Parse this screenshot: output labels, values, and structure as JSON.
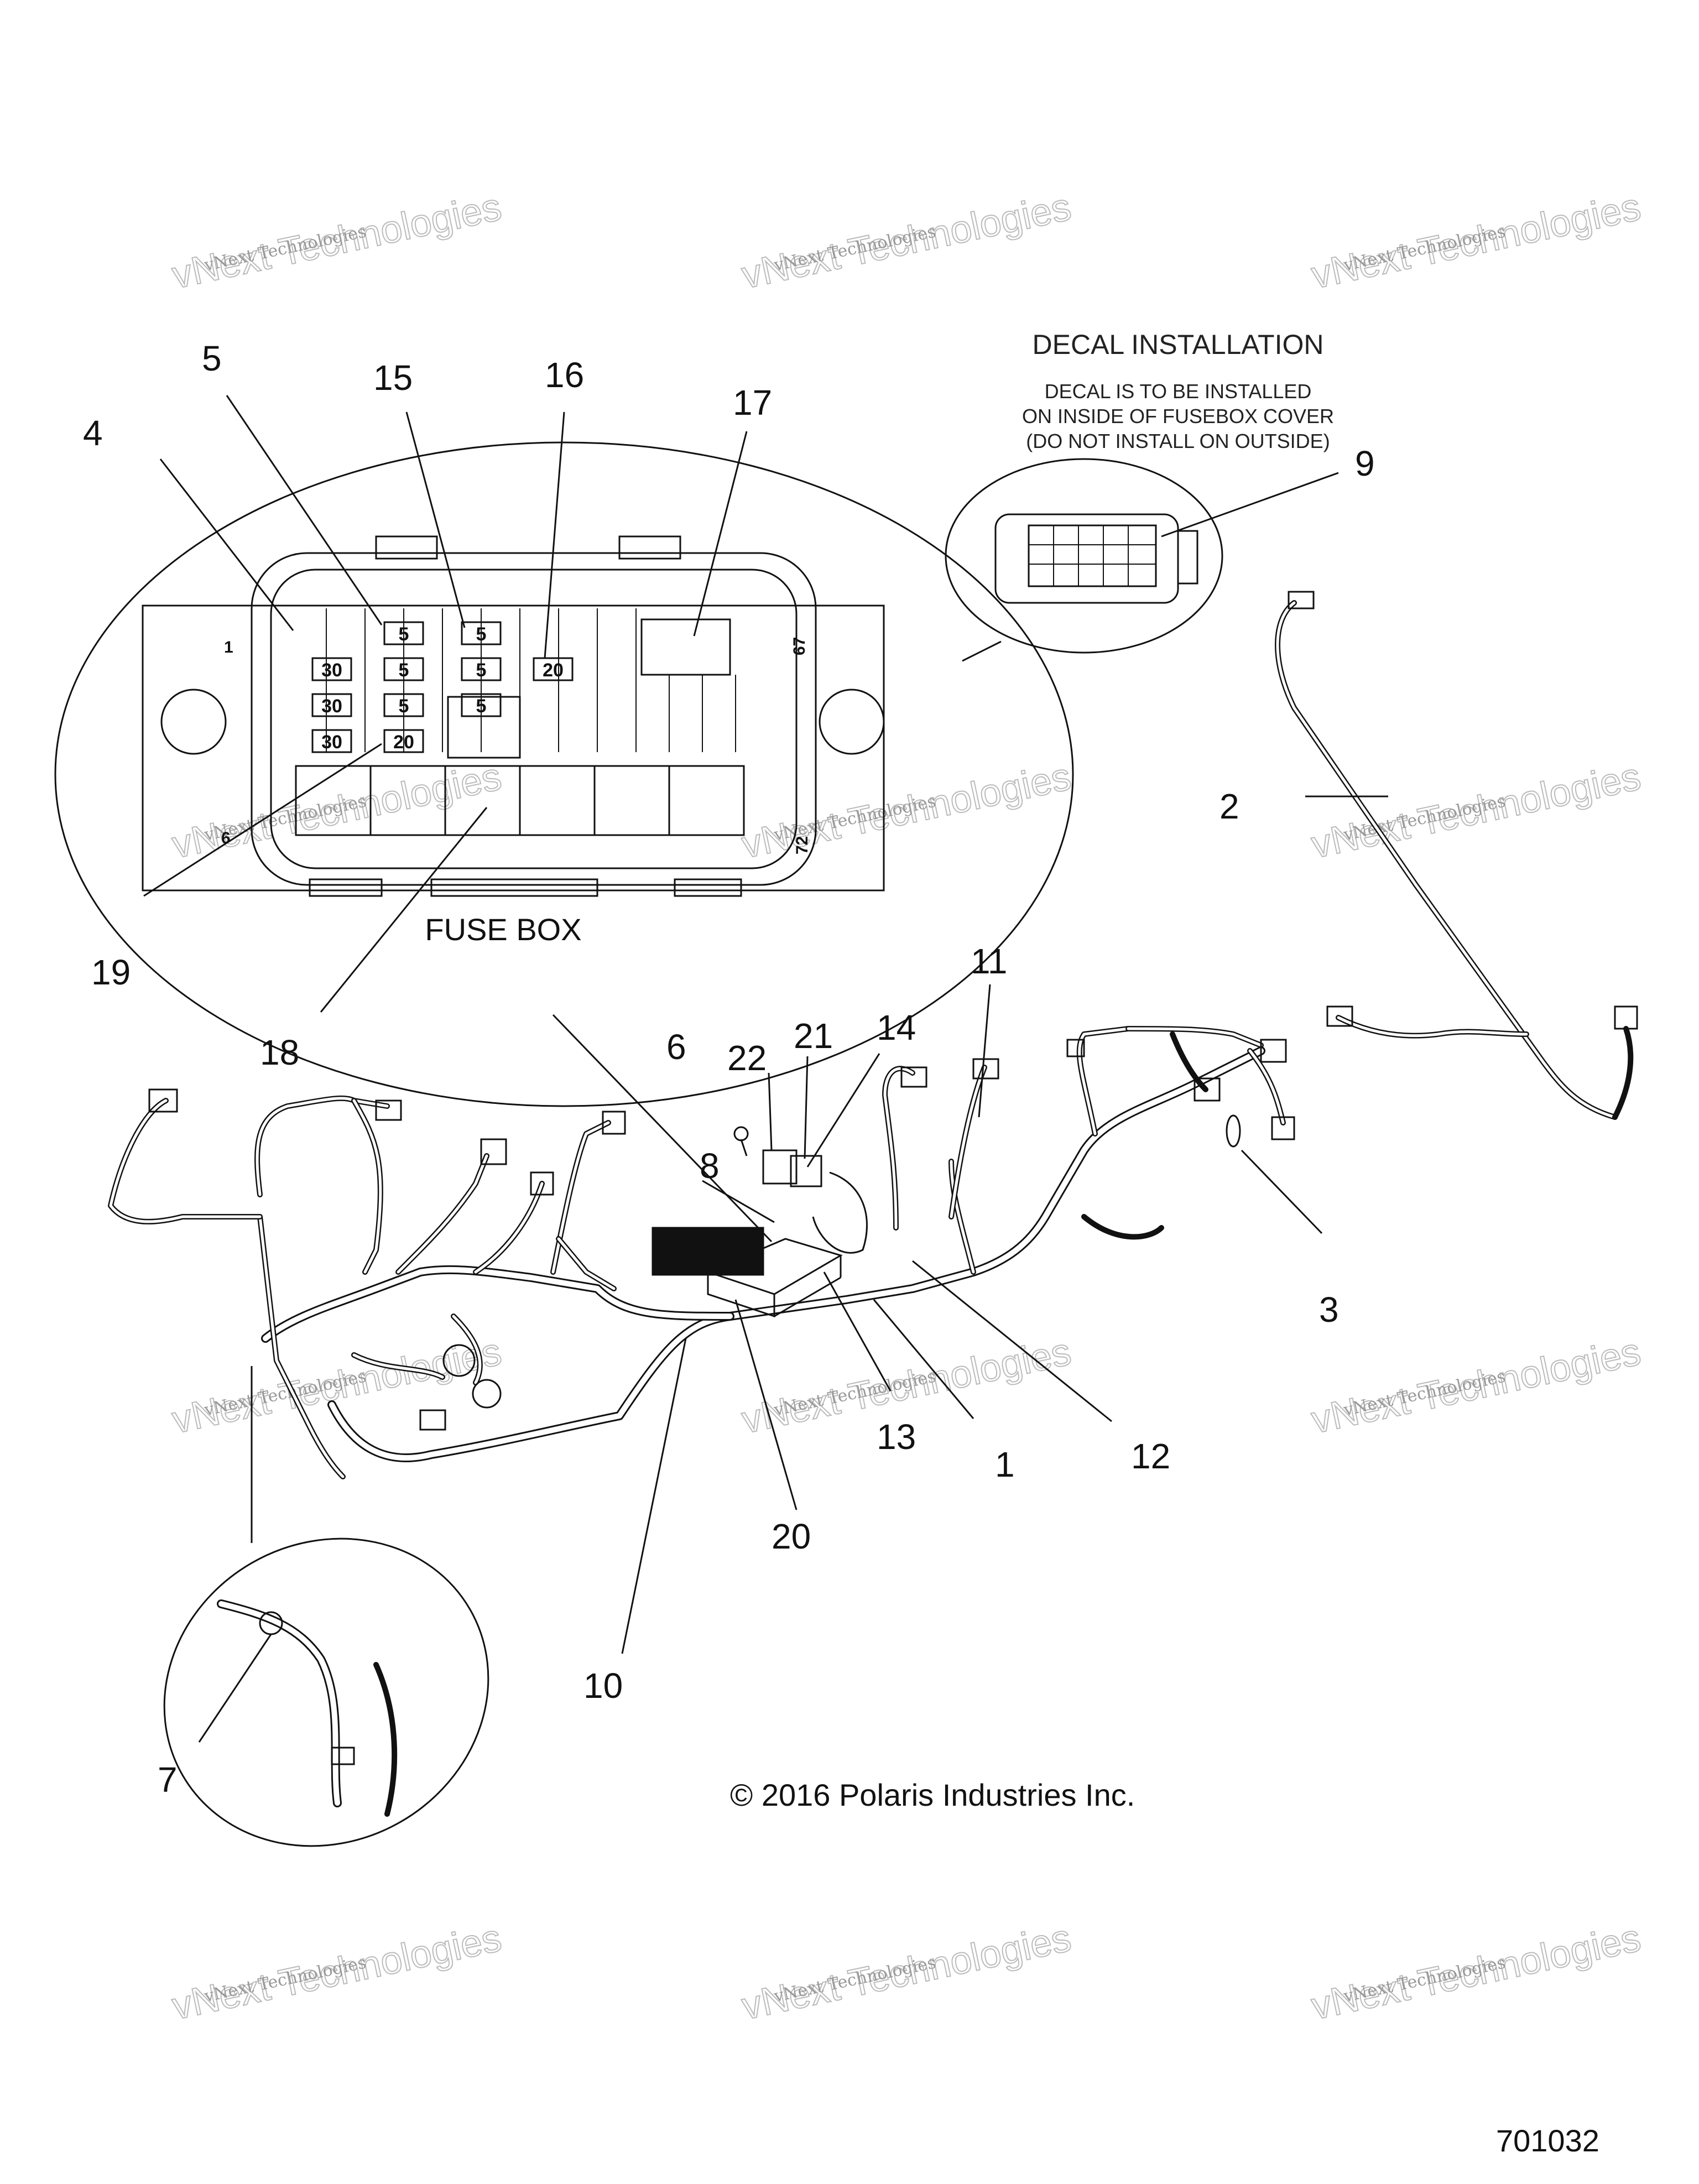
{
  "callouts": {
    "c1": "1",
    "c2": "2",
    "c3": "3",
    "c4": "4",
    "c5": "5",
    "c6": "6",
    "c7": "7",
    "c8": "8",
    "c9": "9",
    "c10": "10",
    "c11": "11",
    "c12": "12",
    "c13": "13",
    "c14": "14",
    "c15": "15",
    "c16": "16",
    "c17": "17",
    "c18": "18",
    "c19": "19",
    "c20": "20",
    "c21": "21",
    "c22": "22"
  },
  "decal": {
    "heading": "DECAL INSTALLATION",
    "line1": "DECAL IS TO BE INSTALLED",
    "line2": "ON INSIDE OF FUSEBOX COVER",
    "line3": "(DO NOT INSTALL ON OUTSIDE)"
  },
  "fusebox": {
    "caption": "FUSE BOX",
    "pin_first": "1",
    "pin_67": "67",
    "pin_6": "6",
    "pin_72": "72",
    "fuses": {
      "f30a": "30",
      "f30b": "30",
      "f30c": "30",
      "f5a": "5",
      "f5b": "5",
      "f5c": "5",
      "f5d": "5",
      "f5e": "5",
      "f5f": "5",
      "f20a": "20",
      "f20b": "20"
    }
  },
  "copyright": "© 2016 Polaris Industries Inc.",
  "diagram_number": "701032",
  "watermark": {
    "small": "vNext Technologies",
    "large": "vNext Technologies"
  }
}
